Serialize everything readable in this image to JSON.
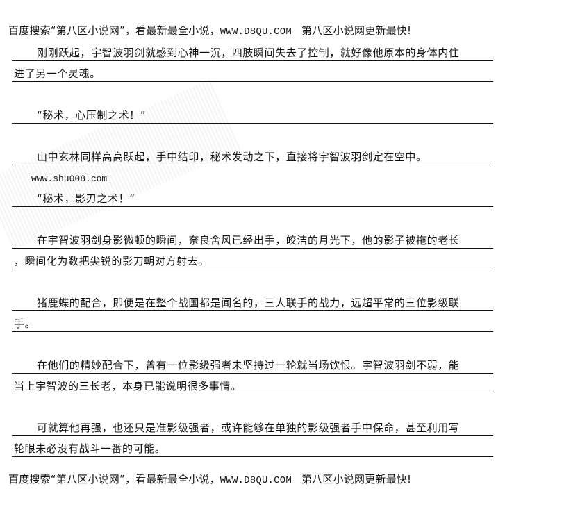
{
  "header_banner": {
    "prefix": "百度搜索“第八区小说网”，看最新最全小说，",
    "url": "WWW.D8QU.COM",
    "suffix": "第八区小说网更新最快!"
  },
  "footer_banner": {
    "prefix": "百度搜索“第八区小说网”，看最新最全小说，",
    "url": "WWW.D8QU.COM",
    "suffix": "第八区小说网更新最快!"
  },
  "lines": [
    "刚刚跃起，宇智波羽剑就感到心神一沉，四肢瞬间失去了控制，就好像他原本的身体内住",
    "进了另一个灵魂。",
    "“秘术，心压制之术！”",
    "山中玄林同样高高跃起，手中结印，秘术发动之下，直接将宇智波羽剑定在空中。",
    "“秘术，影刃之术！”",
    "在宇智波羽剑身影微顿的瞬间，奈良舍风已经出手，皎洁的月光下，他的影子被拖的老长",
    "，瞬间化为数把尖锐的影刀朝对方射去。",
    "猪鹿蝶的配合，即便是在整个战国都是闻名的，三人联手的战力，远超平常的三位影级联",
    "手。",
    "在他们的精妙配合下，曾有一位影级强者未坚持过一轮就当场饮恨。宇智波羽剑不弱，能",
    "当上宇智波的三长老，本身已能说明很多事情。",
    "可就算他再强，也还只是准影级强者，或许能够在单独的影级强者手中保命，甚至利用写",
    "轮眼未必没有战斗一番的可能。"
  ],
  "inline_url": "www.shu008.com"
}
